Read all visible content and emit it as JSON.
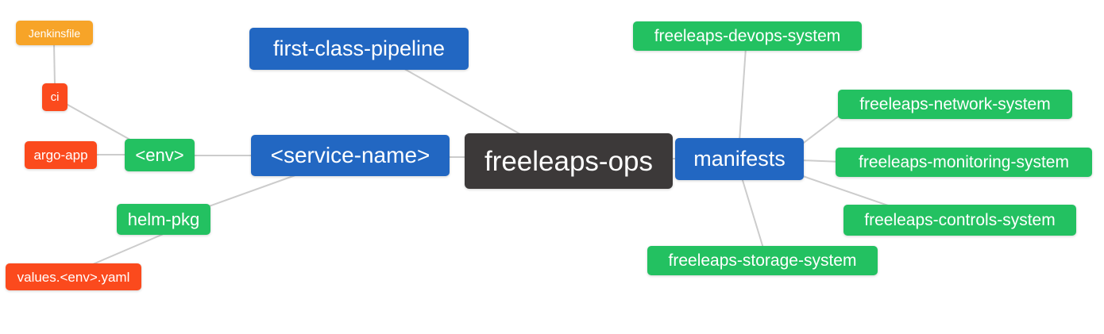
{
  "diagram": {
    "type": "mindmap",
    "root_node": "freeleaps-ops",
    "background_color": "#FFFFFF",
    "edge_color": "#CCCCCC",
    "text_color": "#FFFFFF"
  },
  "palette": {
    "blue": "#2267C2",
    "green": "#23C161",
    "orange": "#F7A428",
    "red_orange": "#FB4A1D",
    "dark": "#3C3939"
  },
  "nodes": {
    "jenkinsfile": {
      "label": "Jenkinsfile",
      "color": "#F7A428"
    },
    "ci": {
      "label": "ci",
      "color": "#FB4A1D"
    },
    "argo_app": {
      "label": "argo-app",
      "color": "#FB4A1D"
    },
    "env": {
      "label": "<env>",
      "color": "#23C161"
    },
    "helm_pkg": {
      "label": "helm-pkg",
      "color": "#23C161"
    },
    "values_yaml": {
      "label": "values.<env>.yaml",
      "color": "#FB4A1D"
    },
    "pipeline": {
      "label": "first-class-pipeline",
      "color": "#2267C2"
    },
    "service_name": {
      "label": "<service-name>",
      "color": "#2267C2"
    },
    "root": {
      "label": "freeleaps-ops",
      "color": "#3C3939"
    },
    "manifests": {
      "label": "manifests",
      "color": "#2267C2"
    },
    "devops": {
      "label": "freeleaps-devops-system",
      "color": "#23C161"
    },
    "network": {
      "label": "freeleaps-network-system",
      "color": "#23C161"
    },
    "monitoring": {
      "label": "freeleaps-monitoring-system",
      "color": "#23C161"
    },
    "controls": {
      "label": "freeleaps-controls-system",
      "color": "#23C161"
    },
    "storage": {
      "label": "freeleaps-storage-system",
      "color": "#23C161"
    }
  },
  "edges": [
    [
      "Jenkinsfile",
      "ci"
    ],
    [
      "ci",
      "<env>"
    ],
    [
      "argo-app",
      "<env>"
    ],
    [
      "<env>",
      "<service-name>"
    ],
    [
      "helm-pkg",
      "<service-name>"
    ],
    [
      "values.<env>.yaml",
      "helm-pkg"
    ],
    [
      "first-class-pipeline",
      "freeleaps-ops"
    ],
    [
      "<service-name>",
      "freeleaps-ops"
    ],
    [
      "freeleaps-ops",
      "manifests"
    ],
    [
      "manifests",
      "freeleaps-devops-system"
    ],
    [
      "manifests",
      "freeleaps-network-system"
    ],
    [
      "manifests",
      "freeleaps-monitoring-system"
    ],
    [
      "manifests",
      "freeleaps-controls-system"
    ],
    [
      "manifests",
      "freeleaps-storage-system"
    ]
  ]
}
